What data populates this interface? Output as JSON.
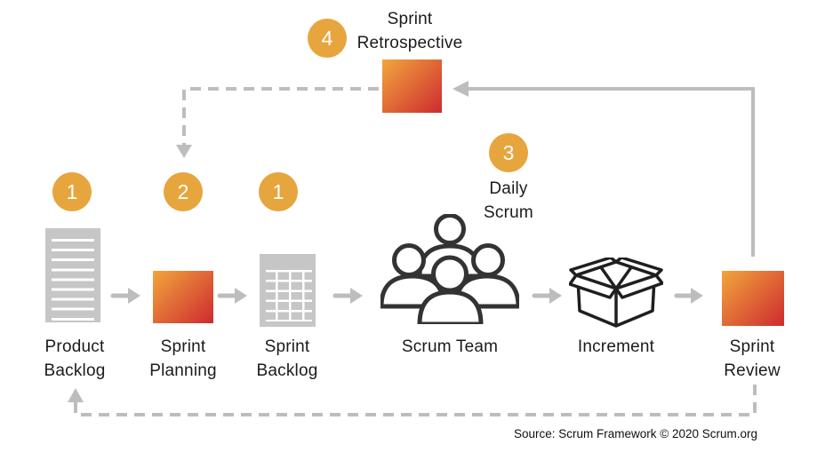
{
  "theme": {
    "amber": "#E7A53E",
    "grad_start": "#F1A63C",
    "grad_end": "#CE2A30",
    "line": "#BDBDBD",
    "icon_gray": "#C6C6C6",
    "outline": "#333333",
    "text": "#1B1B1B"
  },
  "diagram": {
    "steps": [
      {
        "id": "product-backlog",
        "badge": "1",
        "label_lines": [
          "Product",
          "Backlog"
        ],
        "icon": "document-icon"
      },
      {
        "id": "sprint-planning",
        "badge": "2",
        "label_lines": [
          "Sprint",
          "Planning"
        ],
        "icon": "gradient-square-icon"
      },
      {
        "id": "sprint-backlog",
        "badge": "1",
        "label_lines": [
          "Sprint",
          "Backlog"
        ],
        "icon": "table-grid-icon"
      },
      {
        "id": "daily-scrum",
        "badge": "3",
        "label_lines": [
          "Daily",
          "Scrum"
        ],
        "icon": null
      },
      {
        "id": "scrum-team",
        "badge": null,
        "label_lines": [
          "Scrum Team"
        ],
        "icon": "people-group-icon"
      },
      {
        "id": "increment",
        "badge": null,
        "label_lines": [
          "Increment"
        ],
        "icon": "open-box-icon"
      },
      {
        "id": "sprint-review",
        "badge": null,
        "label_lines": [
          "Sprint",
          "Review"
        ],
        "icon": "gradient-square-icon"
      },
      {
        "id": "sprint-retrospective",
        "badge": "4",
        "label_lines": [
          "Sprint",
          "Retrospective"
        ],
        "icon": "gradient-square-icon"
      }
    ],
    "source_note": "Source: Scrum Framework © 2020 Scrum.org"
  }
}
